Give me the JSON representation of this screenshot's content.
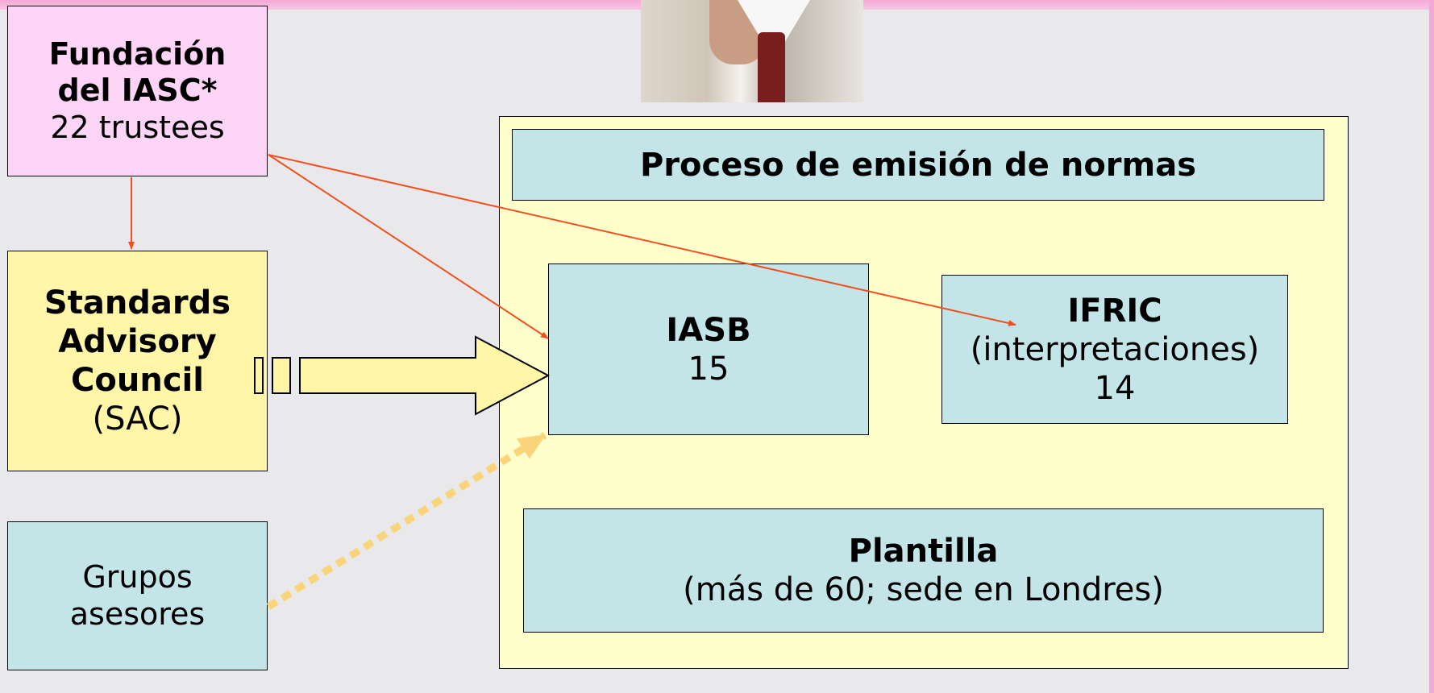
{
  "colors": {
    "pink_box": "#fcd4f5",
    "yellow_box": "#fff6a8",
    "blue_box": "#c4e5e8",
    "panel": "#ffffcc",
    "arrow_red": "#f05020",
    "arrow_dotted": "#fad47a"
  },
  "foundation": {
    "title_line1": "Fundación",
    "title_line2": "del IASC*",
    "subtitle": "22 trustees"
  },
  "sac": {
    "line1": "Standards",
    "line2": "Advisory",
    "line3": "Council",
    "line4": "(SAC)"
  },
  "advisory": {
    "line1": "Grupos",
    "line2": "asesores"
  },
  "process": {
    "title": "Proceso de emisión de normas"
  },
  "iasb": {
    "title": "IASB",
    "count": "15"
  },
  "ifric": {
    "title": "IFRIC",
    "subtitle": "(interpretaciones)",
    "count": "14"
  },
  "staff": {
    "title": "Plantilla",
    "subtitle": "(más de 60; sede en Londres)"
  },
  "photo": {
    "icon": "person-photo"
  }
}
